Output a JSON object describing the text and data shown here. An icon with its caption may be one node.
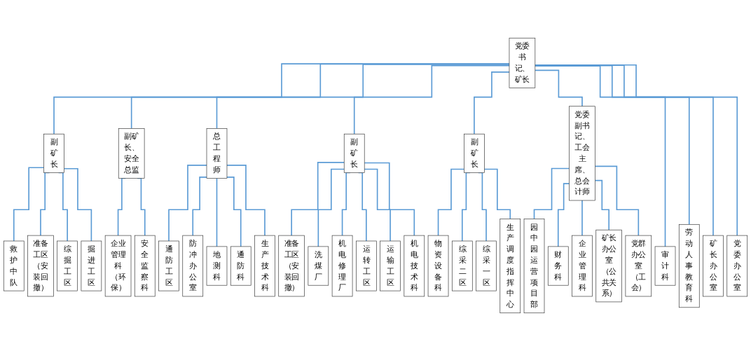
{
  "diagram": {
    "nodes": [
      {
        "text": [
          "党委书记、矿长"
        ]
      },
      {
        "text": [
          "副矿长"
        ]
      },
      {
        "text": [
          "副矿长、安全总监"
        ]
      },
      {
        "text": [
          "总工程师"
        ]
      },
      {
        "text": [
          "副矿长"
        ]
      },
      {
        "text": [
          "副矿长"
        ]
      },
      {
        "text": [
          "党委副书记、工会主席、总会计师"
        ]
      },
      {
        "text": [
          "救护中队"
        ]
      },
      {
        "text": [
          "准备工区（安装回撤）"
        ]
      },
      {
        "text": [
          "综掘工区"
        ]
      },
      {
        "text": [
          "掘进工区"
        ]
      },
      {
        "text": [
          "企业管理科（环保）"
        ]
      },
      {
        "text": [
          "安全监察科"
        ]
      },
      {
        "text": [
          "通防工区"
        ]
      },
      {
        "text": [
          "防冲办公室"
        ]
      },
      {
        "text": [
          "地测科"
        ]
      },
      {
        "text": [
          "通防科"
        ]
      },
      {
        "text": [
          "生产技术科"
        ]
      },
      {
        "text": [
          "准备工区（安装回撤）"
        ]
      },
      {
        "text": [
          "洗煤厂"
        ]
      },
      {
        "text": [
          "机电修理厂"
        ]
      },
      {
        "text": [
          "运转工区"
        ]
      },
      {
        "text": [
          "运输工区"
        ]
      },
      {
        "text": [
          "机电技术科"
        ]
      },
      {
        "text": [
          "审计科"
        ]
      },
      {
        "text": [
          "劳动人事教育科"
        ]
      },
      {
        "text": [
          "矿长办公室"
        ]
      },
      {
        "text": [
          "党委办公室"
        ]
      },
      {
        "text": [
          "物资设备科"
        ]
      },
      {
        "text": [
          "综采二区"
        ]
      },
      {
        "text": [
          "综采一区"
        ]
      },
      {
        "text": [
          "生产调度指挥中心"
        ]
      },
      {
        "text": [
          "园中园运营项目部"
        ]
      },
      {
        "text": [
          "财务科"
        ]
      },
      {
        "text": [
          "企业管理科"
        ]
      },
      {
        "text": [
          "矿长办公室（公共关系）"
        ]
      },
      {
        "text": [
          "党群办公室（工会）"
        ]
      }
    ],
    "edges": [
      {
        "from": 0,
        "to": 1,
        "arrow": "none"
      },
      {
        "from": 0,
        "to": 2,
        "arrow": "none"
      },
      {
        "from": 0,
        "to": 3,
        "arrow": "none"
      },
      {
        "from": 0,
        "to": 4,
        "arrow": "none"
      },
      {
        "from": 0,
        "to": 5,
        "arrow": "none"
      },
      {
        "from": 0,
        "to": 6,
        "arrow": "none"
      },
      {
        "from": 1,
        "to": 7,
        "arrow": "none"
      },
      {
        "from": 1,
        "to": 8,
        "arrow": "none"
      },
      {
        "from": 1,
        "to": 9,
        "arrow": "none"
      },
      {
        "from": 1,
        "to": 10,
        "arrow": "none"
      },
      {
        "from": 2,
        "to": 11,
        "arrow": "none"
      },
      {
        "from": 2,
        "to": 12,
        "arrow": "none"
      },
      {
        "from": 3,
        "to": 13,
        "arrow": "none"
      },
      {
        "from": 3,
        "to": 14,
        "arrow": "none"
      },
      {
        "from": 3,
        "to": 15,
        "arrow": "none"
      },
      {
        "from": 3,
        "to": 16,
        "arrow": "none"
      },
      {
        "from": 3,
        "to": 17,
        "arrow": "none"
      },
      {
        "from": 4,
        "to": 18,
        "arrow": "none"
      },
      {
        "from": 4,
        "to": 19,
        "arrow": "none"
      },
      {
        "from": 4,
        "to": 20,
        "arrow": "none"
      },
      {
        "from": 4,
        "to": 21,
        "arrow": "none"
      },
      {
        "from": 4,
        "to": 22,
        "arrow": "none"
      },
      {
        "from": 4,
        "to": 23,
        "arrow": "none"
      },
      {
        "from": 0,
        "to": 24,
        "arrow": "none"
      },
      {
        "from": 0,
        "to": 25,
        "arrow": "none"
      },
      {
        "from": 0,
        "to": 26,
        "arrow": "none"
      },
      {
        "from": 0,
        "to": 27,
        "arrow": "none"
      },
      {
        "from": 5,
        "to": 28,
        "arrow": "none"
      },
      {
        "from": 5,
        "to": 29,
        "arrow": "none"
      },
      {
        "from": 5,
        "to": 30,
        "arrow": "none"
      },
      {
        "from": 5,
        "to": 31,
        "arrow": "none"
      },
      {
        "from": 6,
        "to": 32,
        "arrow": "none"
      },
      {
        "from": 6,
        "to": 33,
        "arrow": "none"
      },
      {
        "from": 6,
        "to": 34,
        "arrow": "none"
      },
      {
        "from": 6,
        "to": 35,
        "arrow": "none"
      },
      {
        "from": 6,
        "to": 36,
        "arrow": "none"
      }
    ]
  }
}
